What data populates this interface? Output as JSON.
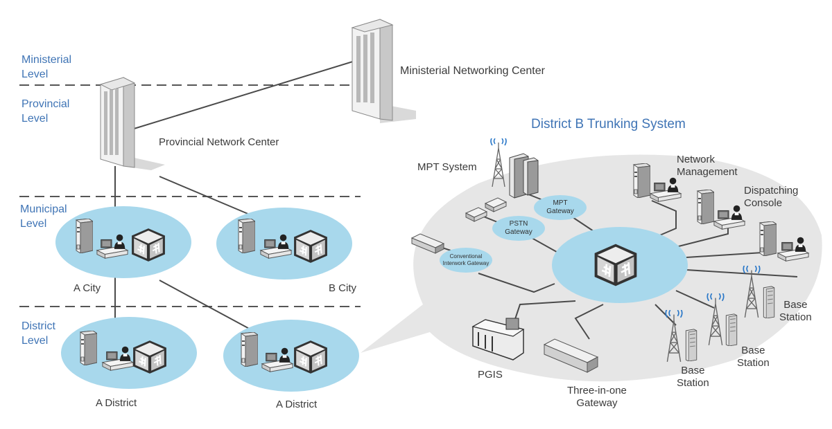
{
  "levels": {
    "ministerial": [
      "Ministerial",
      "Level"
    ],
    "provincial": [
      "Provincial",
      "Level"
    ],
    "municipal": [
      "Municipal",
      "Level"
    ],
    "district": [
      "District",
      "Level"
    ]
  },
  "centers": {
    "ministerial": "Ministerial Networking Center",
    "provincial": "Provincial Network Center"
  },
  "nodes": {
    "a_city": "A City",
    "b_city": "B City",
    "a_district_1": "A District",
    "a_district_2": "A District"
  },
  "trunking": {
    "title": "District B Trunking System",
    "mpt_system": "MPT System",
    "mpt_gateway": [
      "MPT",
      "Gateway"
    ],
    "pstn_gateway": [
      "PSTN",
      "Gateway"
    ],
    "conventional_gateway": [
      "Conventional",
      "Interwork Gateway"
    ],
    "network_management": [
      "Network",
      "Management"
    ],
    "dispatching_console": [
      "Dispatching",
      "Console"
    ],
    "base_station_1": [
      "Base",
      "Station"
    ],
    "base_station_2": [
      "Base",
      "Station"
    ],
    "base_station_3": [
      "Base",
      "Station"
    ],
    "pgis": "PGIS",
    "three_in_one": [
      "Three-in-one",
      "Gateway"
    ]
  },
  "colors": {
    "level_text": "#3f74b5",
    "node_ellipse": "#a8d8ec",
    "bubble": "#e6e6e6",
    "line": "#4a4a4a"
  }
}
